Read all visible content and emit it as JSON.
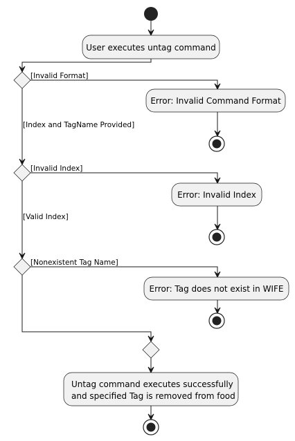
{
  "diagram": {
    "type": "activity",
    "colors": {
      "node_fill": "#f1f1f1",
      "stroke": "#181818",
      "start_end": "#222222"
    },
    "nodes": {
      "start_action": "User executes untag command",
      "error_format": "Error: Invalid Command Format",
      "error_index": "Error: Invalid Index",
      "error_tag": "Error: Tag does not exist in WIFE",
      "success_line1": "Untag command executes successfully",
      "success_line2": "and specified Tag is removed from food"
    },
    "guards": {
      "invalid_format": "[Invalid Format]",
      "index_and_tag_provided": "[Index and TagName Provided]",
      "invalid_index": "[Invalid Index]",
      "valid_index": "[Valid Index]",
      "nonexistent_tag": "[Nonexistent Tag Name]"
    }
  }
}
